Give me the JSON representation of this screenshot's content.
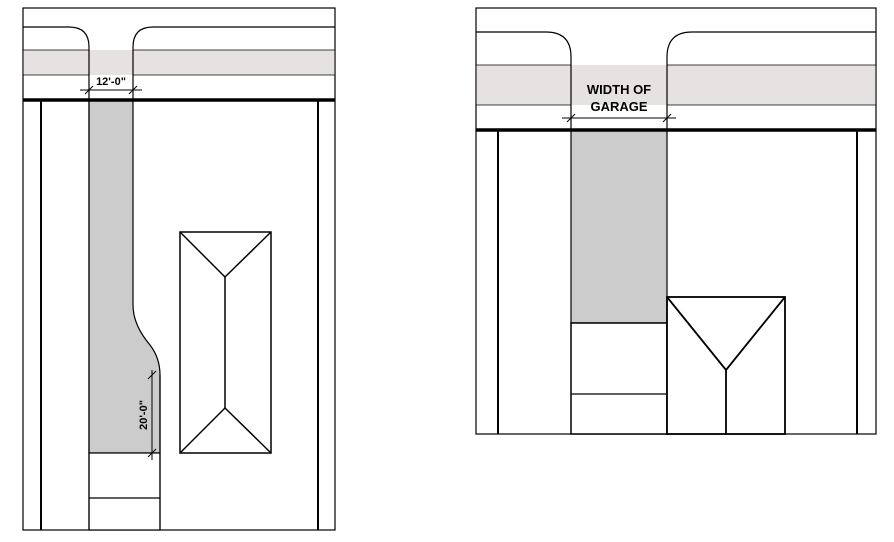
{
  "left_diagram": {
    "driveway_width_label": "12'-0\"",
    "setback_length_label": "20'-0\""
  },
  "right_diagram": {
    "garage_width_label_line1": "WIDTH OF",
    "garage_width_label_line2": "GARAGE"
  },
  "colors": {
    "driveway_fill": "#cccccc",
    "sidewalk_band_fill": "#e6e2e2",
    "line": "#000000",
    "background": "#ffffff"
  }
}
